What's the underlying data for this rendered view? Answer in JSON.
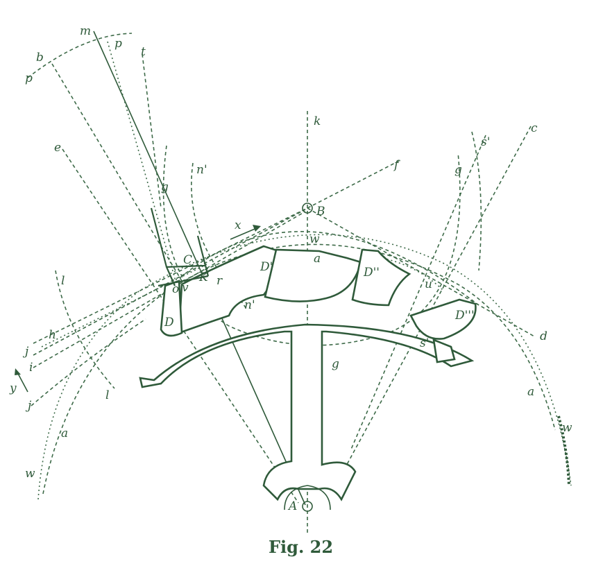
{
  "figure": {
    "caption": "Fig. 22",
    "labels": {
      "m": "m",
      "p_top": "p",
      "t_top": "t",
      "b": "b",
      "p_left": "p",
      "e": "e",
      "g_left": "g",
      "n_top": "n'",
      "k": "k",
      "c": "c",
      "s_top": "s'",
      "g_right": "g",
      "f": "f",
      "B": "B",
      "x": "x",
      "w": "w",
      "a_center": "a",
      "C": "C",
      "D_left_upper": "D'",
      "D_right_upper": "D''",
      "u": "u",
      "l_left": "l",
      "o": "o",
      "v": "v",
      "K": "K",
      "r": "r",
      "n_mid": "n'",
      "D_left_lower": "D",
      "D_right_lower": "D'''",
      "d": "d",
      "h": "h",
      "j_left": "j",
      "i": "i",
      "y": "y",
      "l_bottom": "l",
      "j_bottom": "j",
      "s_lower": "s'",
      "g_bottom": "g",
      "a_right": "a",
      "a_left": "a",
      "w_right": "w",
      "w_left": "w",
      "A": "A"
    }
  }
}
